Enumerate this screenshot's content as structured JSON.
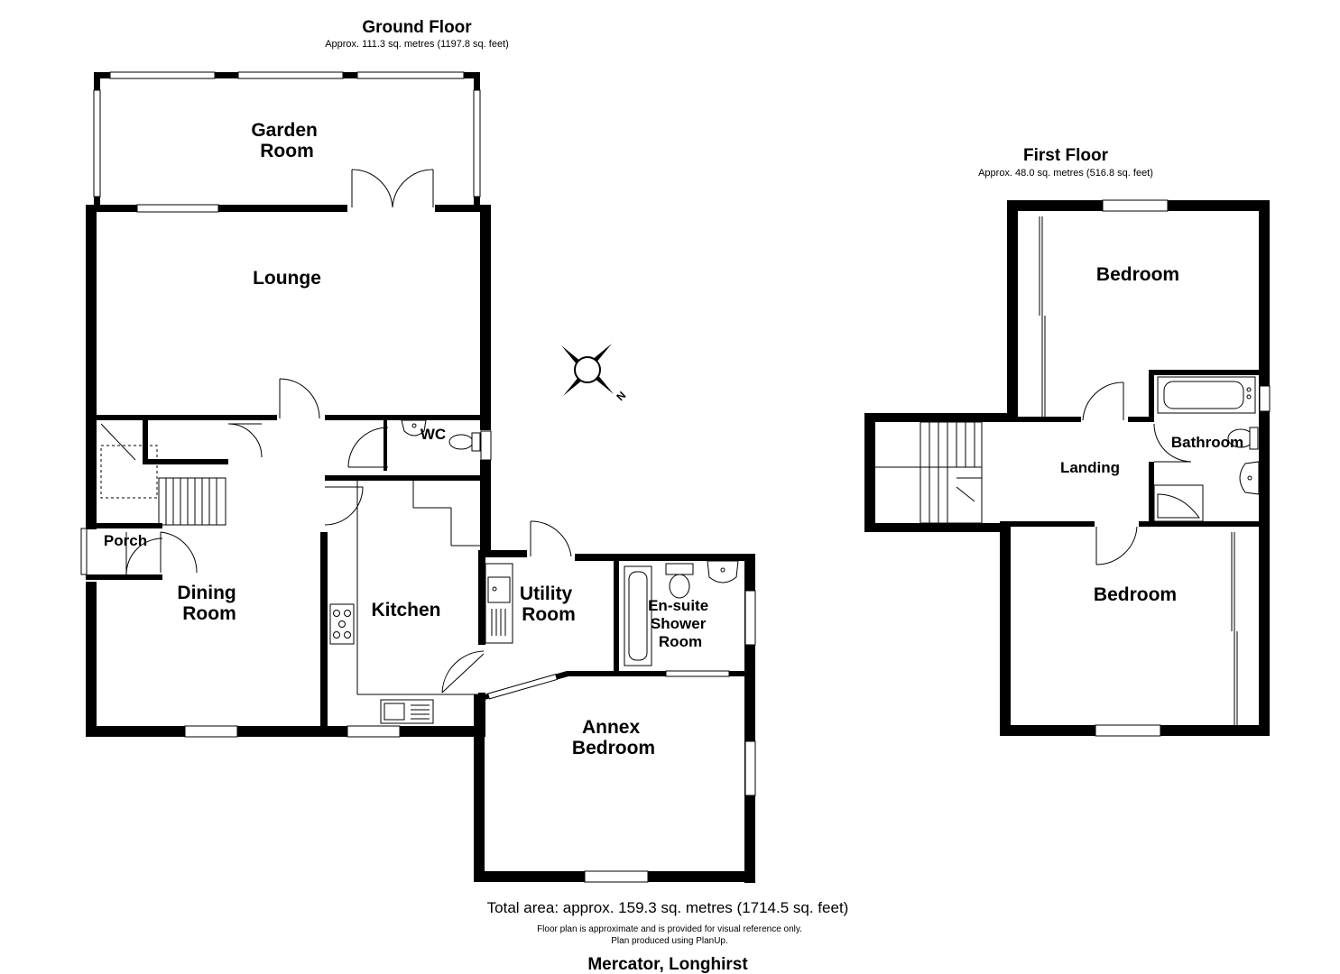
{
  "ground_floor": {
    "title": "Ground Floor",
    "area": "Approx. 111.3 sq. metres (1197.8 sq. feet)",
    "rooms": {
      "garden_room": [
        "Garden",
        "Room"
      ],
      "lounge": "Lounge",
      "wc": "WC",
      "porch": "Porch",
      "dining_room": [
        "Dining",
        "Room"
      ],
      "kitchen": "Kitchen",
      "utility_room": [
        "Utility",
        "Room"
      ],
      "ensuite": [
        "En-suite",
        "Shower",
        "Room"
      ],
      "annex_bedroom": [
        "Annex",
        "Bedroom"
      ]
    }
  },
  "first_floor": {
    "title": "First Floor",
    "area": "Approx. 48.0 sq. metres (516.8 sq. feet)",
    "rooms": {
      "bedroom_1": "Bedroom",
      "landing": "Landing",
      "bathroom": "Bathroom",
      "bedroom_2": "Bedroom"
    }
  },
  "compass": {
    "label": "N",
    "icon": "compass-icon"
  },
  "footer": {
    "total_area": "Total area: approx. 159.3 sq. metres (1714.5 sq. feet)",
    "disclaimer_1": "Floor plan is approximate and is provided for visual reference only.",
    "disclaimer_2": "Plan produced using PlanUp.",
    "address": "Mercator, Longhirst"
  },
  "colors": {
    "wall": "#000000",
    "background": "#ffffff"
  }
}
